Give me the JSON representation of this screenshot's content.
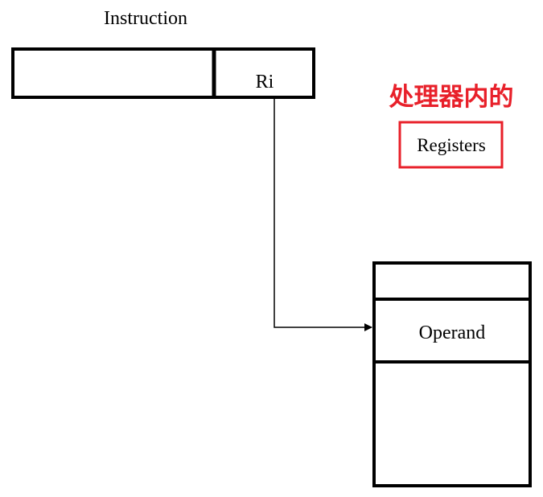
{
  "instruction": {
    "title": "Instruction",
    "register_field": "Ri"
  },
  "annotation": {
    "note": "处理器内的",
    "label": "Registers",
    "color": "#e8202a"
  },
  "register_file": {
    "operand_label": "Operand"
  },
  "colors": {
    "stroke": "#000000",
    "background": "#ffffff"
  }
}
